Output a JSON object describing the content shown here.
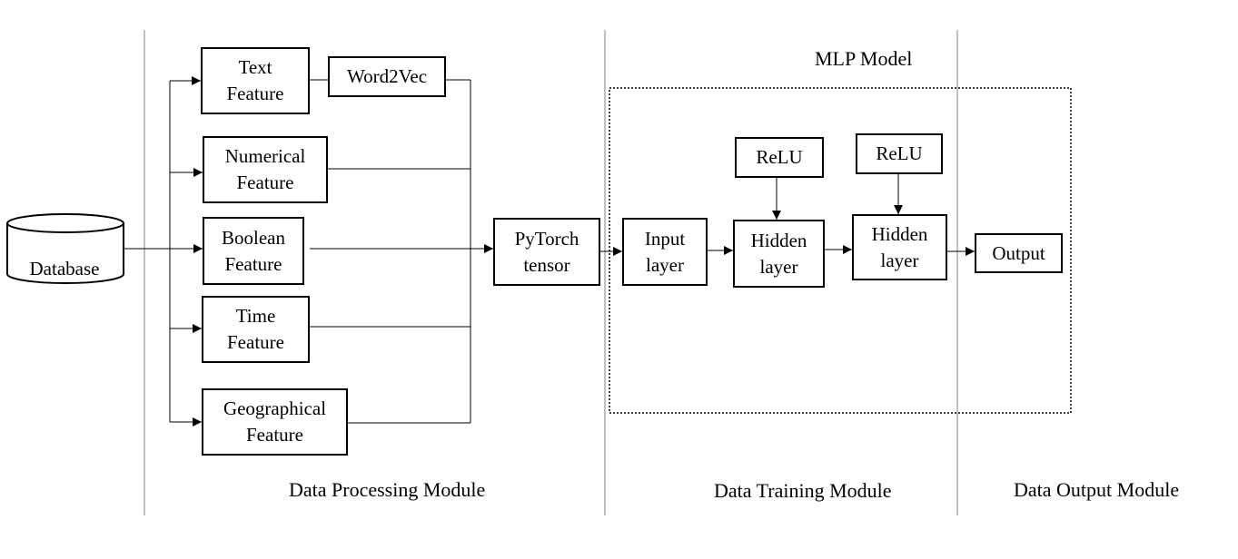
{
  "modules": {
    "processing": "Data Processing Module",
    "training": "Data Training Module",
    "output": "Data Output Module"
  },
  "model_title": "MLP  Model",
  "database": "Database",
  "features": {
    "text": [
      "Text",
      "Feature"
    ],
    "numerical": [
      "Numerical",
      "Feature"
    ],
    "boolean": [
      "Boolean",
      "Feature"
    ],
    "time": [
      "Time",
      "Feature"
    ],
    "geographical": [
      "Geographical",
      "Feature"
    ]
  },
  "word2vec": "Word2Vec",
  "tensor": [
    "PyTorch",
    "tensor"
  ],
  "input_layer": [
    "Input",
    "layer"
  ],
  "hidden_layer_1": [
    "Hidden",
    "layer"
  ],
  "hidden_layer_2": [
    "Hidden",
    "layer"
  ],
  "relu_1": "ReLU",
  "relu_2": "ReLU",
  "output": "Output",
  "colors": {
    "stroke": "#000000",
    "background": "#ffffff",
    "divider": "#808080"
  }
}
